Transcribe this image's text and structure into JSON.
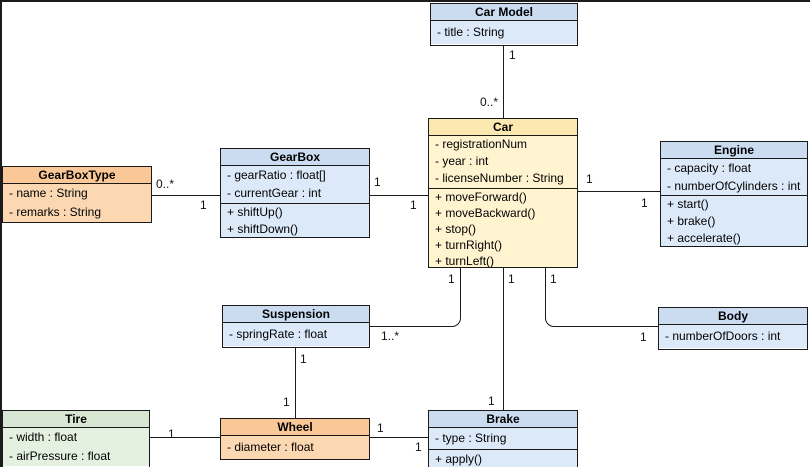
{
  "diagram_type": "uml-class-diagram",
  "classes": {
    "car_model": {
      "name": "Car Model",
      "attributes": [
        "- title : String"
      ],
      "methods": []
    },
    "car": {
      "name": "Car",
      "attributes": [
        "- registrationNum",
        "- year : int",
        "- licenseNumber : String"
      ],
      "methods": [
        "+ moveForward()",
        "+ moveBackward()",
        "+ stop()",
        "+ turnRight()",
        "+ turnLeft()"
      ]
    },
    "gearbox": {
      "name": "GearBox",
      "attributes": [
        "- gearRatio : float[]",
        "- currentGear : int"
      ],
      "methods": [
        "+ shiftUp()",
        "+ shiftDown()"
      ]
    },
    "gearbox_type": {
      "name": "GearBoxType",
      "attributes": [
        "- name : String",
        "- remarks : String"
      ],
      "methods": []
    },
    "engine": {
      "name": "Engine",
      "attributes": [
        "- capacity : float",
        "- numberOfCylinders : int"
      ],
      "methods": [
        "+ start()",
        "+ brake()",
        "+ accelerate()"
      ]
    },
    "suspension": {
      "name": "Suspension",
      "attributes": [
        "- springRate : float"
      ],
      "methods": []
    },
    "body_cls": {
      "name": "Body",
      "attributes": [
        "- numberOfDoors : int"
      ],
      "methods": []
    },
    "tire": {
      "name": "Tire",
      "attributes": [
        "- width : float",
        "- airPressure : float"
      ],
      "methods": []
    },
    "wheel": {
      "name": "Wheel",
      "attributes": [
        "- diameter : float"
      ],
      "methods": []
    },
    "brake": {
      "name": "Brake",
      "attributes": [
        "- type : String"
      ],
      "methods": [
        "+ apply()"
      ]
    }
  },
  "associations": [
    {
      "from": "Car Model",
      "to": "Car",
      "from_mult": "1",
      "to_mult": "0..*"
    },
    {
      "from": "GearBoxType",
      "to": "GearBox",
      "from_mult": "0..*",
      "to_mult": "1"
    },
    {
      "from": "GearBox",
      "to": "Car",
      "from_mult": "1",
      "to_mult": "1"
    },
    {
      "from": "Car",
      "to": "Engine",
      "from_mult": "1",
      "to_mult": "1"
    },
    {
      "from": "Car",
      "to": "Suspension",
      "from_mult": "1",
      "to_mult": "1..*"
    },
    {
      "from": "Car",
      "to": "Brake",
      "from_mult": "1",
      "to_mult": "1"
    },
    {
      "from": "Car",
      "to": "Body",
      "from_mult": "1",
      "to_mult": "1"
    },
    {
      "from": "Suspension",
      "to": "Wheel",
      "from_mult": "1",
      "to_mult": "1"
    },
    {
      "from": "Tire",
      "to": "Wheel",
      "from_mult": "1",
      "to_mult": ""
    },
    {
      "from": "Wheel",
      "to": "Brake",
      "from_mult": "1",
      "to_mult": "1"
    }
  ],
  "colors": {
    "border": "#1a1a1a",
    "blue_header": "#cbdcf1",
    "blue_body": "#dce9f8",
    "yellow_header": "#fbe8b0",
    "yellow_body": "#fff3d0",
    "orange_header": "#fac897",
    "orange_body": "#fbd7b2",
    "green_header": "#d7e7d3",
    "green_body": "#e4f0e0"
  }
}
